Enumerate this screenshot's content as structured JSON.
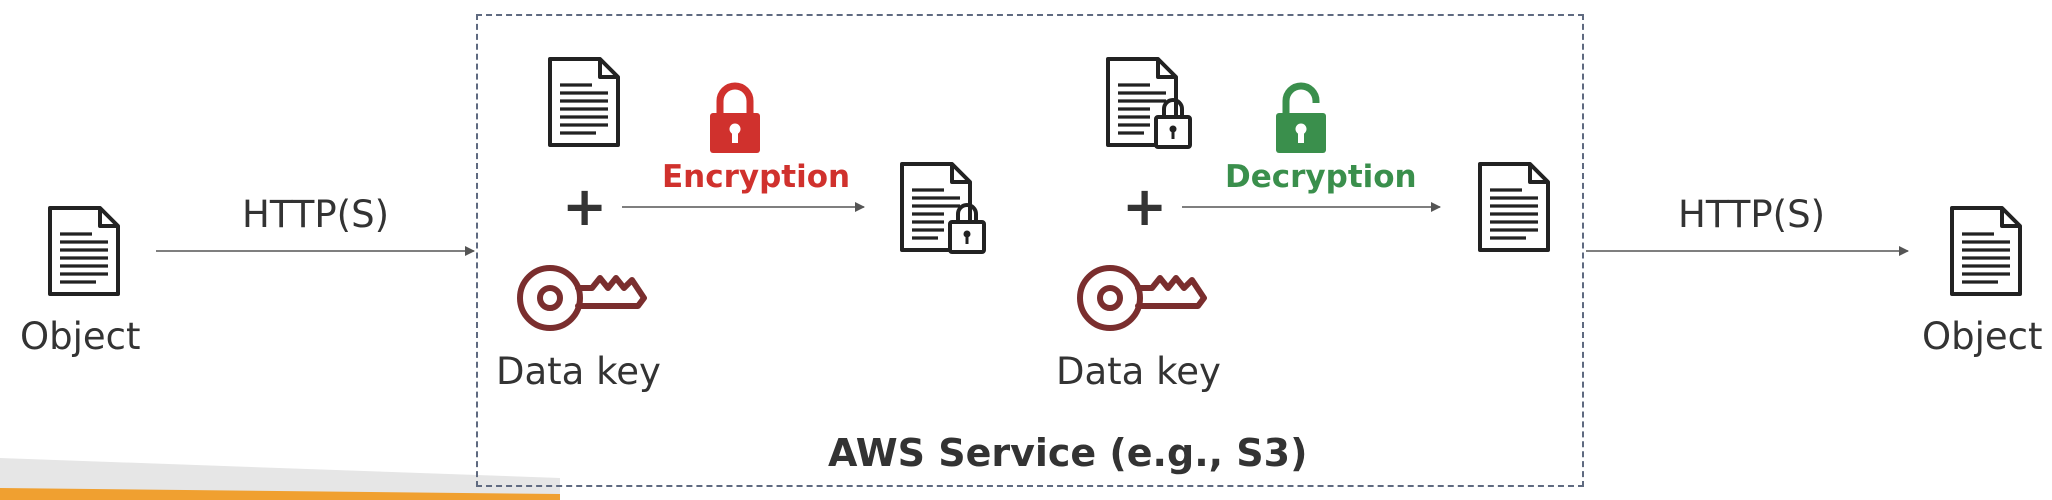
{
  "diagram": {
    "left_object_label": "Object",
    "right_object_label": "Object",
    "left_protocol_label": "HTTP(S)",
    "right_protocol_label": "HTTP(S)",
    "encryption": {
      "label": "Encryption",
      "key_label": "Data key",
      "plus": "+"
    },
    "decryption": {
      "label": "Decryption",
      "key_label": "Data key",
      "plus": "+"
    },
    "service_label": "AWS Service (e.g., S3)"
  },
  "colors": {
    "text": "#333333",
    "arrow": "#555555",
    "encryption": "#d0312d",
    "decryption": "#3a8f4c",
    "key": "#7a2e2e",
    "box_border": "#5f6a80",
    "accent_bar": "#f0a030"
  },
  "icons": [
    "document-icon",
    "locked-document-icon",
    "closed-padlock-icon",
    "open-padlock-icon",
    "key-icon"
  ]
}
